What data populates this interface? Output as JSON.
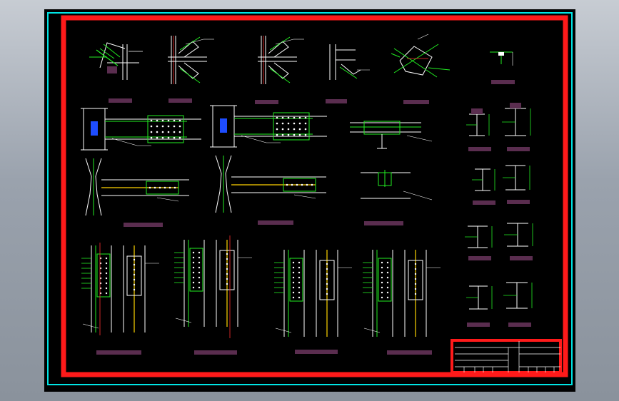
{
  "colors": {
    "background": "#000000",
    "outer_frame": "#00e5e5",
    "border": "#ff1a1a",
    "steel": "#ffffff",
    "weld_green": "#22ee22",
    "bolt_yellow": "#ffd400",
    "column_blue": "#1e4dff",
    "leader_red": "#ff3030",
    "label_bar": "#5a2d4f",
    "title_lines": "#ffffff"
  },
  "drawing": {
    "icons": [
      "cad-sheet",
      "title-block"
    ],
    "detail_groups": [
      {
        "name": "gusset-details",
        "count": 6
      },
      {
        "name": "beam-column-splices",
        "count": 6
      },
      {
        "name": "section-details",
        "count": 8
      },
      {
        "name": "column-splices",
        "count": 4
      }
    ]
  }
}
